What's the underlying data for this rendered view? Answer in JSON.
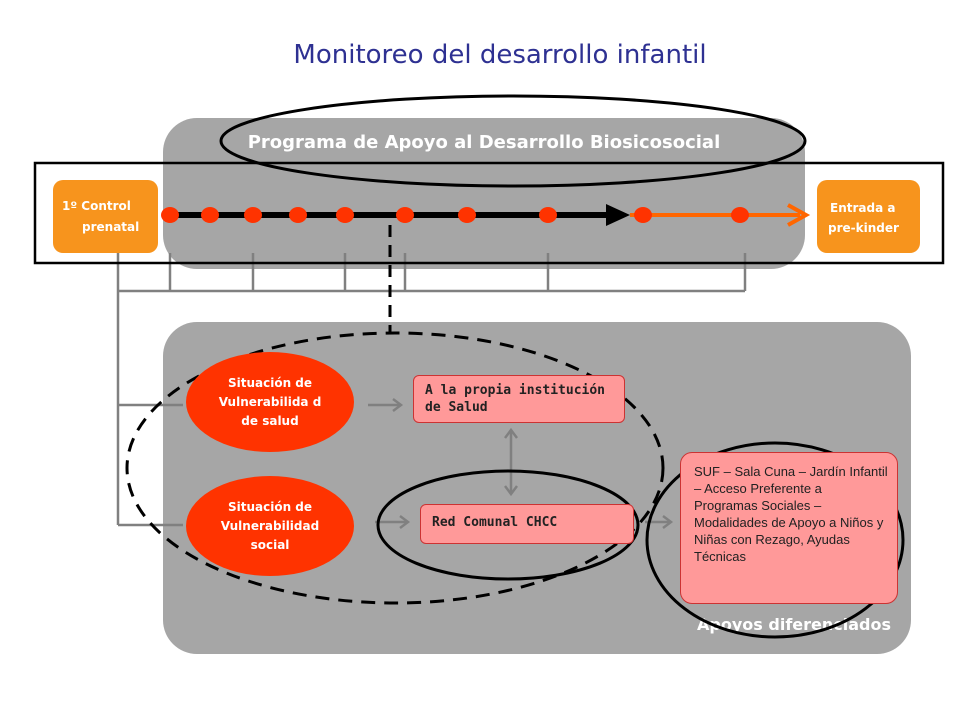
{
  "title": "Monitoreo del desarrollo infantil",
  "program": {
    "title": "Programa de Apoyo al Desarrollo Biosicosocial"
  },
  "timeline": {
    "start": {
      "line1": "1º Control",
      "line2": "prenatal"
    },
    "end": {
      "line1": "Entrada a",
      "line2": "pre-kinder"
    }
  },
  "situations": {
    "health": "Situación de Vulnerabilida d de salud",
    "social": "Situación de Vulnerabilidad social"
  },
  "referrals": {
    "institution": "A la propia institución de Salud",
    "network": "Red Comunal CHCC"
  },
  "supports": {
    "list": "SUF – Sala Cuna – Jardín Infantil – Acceso Preferente a Programas Sociales – Modalidades de Apoyo a Niños y Niñas con Rezago, Ayudas Técnicas",
    "title": "Apoyos diferenciados"
  },
  "colors": {
    "title": "#2e3192",
    "panel": "#a6a6a6",
    "orange": "#f7941d",
    "red": "#ff3300",
    "timeline_orange": "#ff6600",
    "pink": "#ff9999"
  }
}
